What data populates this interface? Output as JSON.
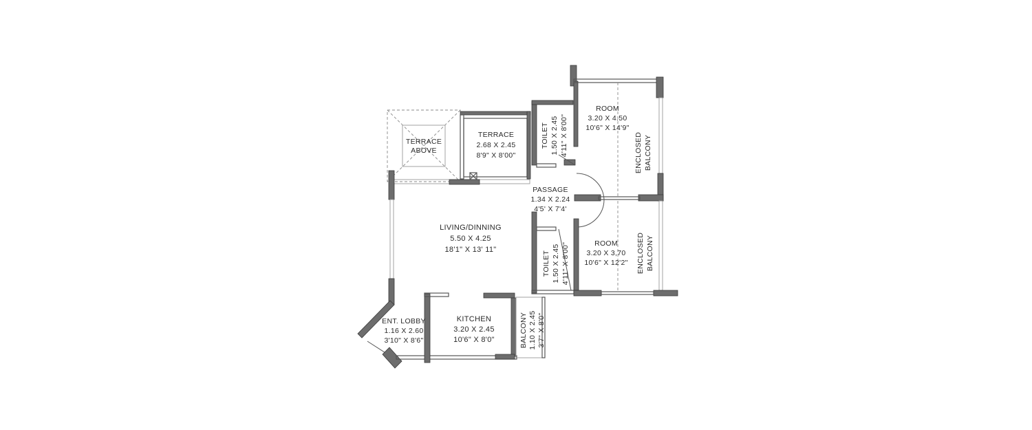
{
  "plan": {
    "rooms": {
      "terrace_above": {
        "name_line1": "TERRACE",
        "name_line2": "ABOVE"
      },
      "terrace": {
        "name": "TERRACE",
        "metric": "2.68 X 2.45",
        "imperial": "8'9\" X 8'00\""
      },
      "toilet_top": {
        "name": "TOILET",
        "metric": "1.50 X 2.45",
        "imperial": "4'11\" X 8'00\""
      },
      "room_top": {
        "name": "ROOM",
        "metric": "3.20 X 4.50",
        "imperial": "10'6\" X 14'9\""
      },
      "enclosed_balcony_top": {
        "name_line1": "ENCLOSED",
        "name_line2": "BALCONY"
      },
      "passage": {
        "name": "PASSAGE",
        "metric": "1.34 X 2.24",
        "imperial": "4'5' X 7'4'"
      },
      "living": {
        "name": "LIVING/DINNING",
        "metric": "5.50 X 4.25",
        "imperial": "18'1\" X 13' 11\""
      },
      "toilet_bottom": {
        "name": "TOILET",
        "metric": "1.50 X 2.45",
        "imperial": "4'11\" X 8'00\""
      },
      "room_bottom": {
        "name": "ROOM",
        "metric": "3.20 X 3,70",
        "imperial": "10'6\" X 12'2\""
      },
      "enclosed_balcony_bottom": {
        "name_line1": "ENCLOSED",
        "name_line2": "BALCONY"
      },
      "ent_lobby": {
        "name": "ENT. LOBBY",
        "metric": "1.16 X 2.60",
        "imperial": "3'10\" X 8'6\""
      },
      "kitchen": {
        "name": "KITCHEN",
        "metric": "3.20 X 2.45",
        "imperial": "10'6\" X 8'0\""
      },
      "balcony": {
        "name": "BALCONY",
        "metric": "1.10 X 2.45",
        "imperial": "3'7\" X 8'0\""
      }
    }
  }
}
